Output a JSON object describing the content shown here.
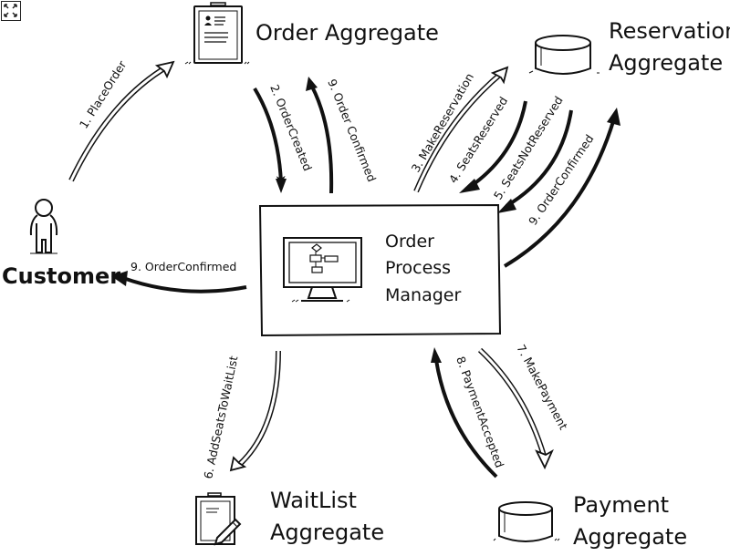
{
  "toolbar": {
    "expand_icon": "expand-arrows-icon"
  },
  "nodes": {
    "order_aggregate": {
      "label": "Order Aggregate",
      "icon": "clipboard-profile-icon"
    },
    "reservation_aggregate": {
      "line1": "Reservation",
      "line2": "Aggregate",
      "icon": "database-cylinder-icon"
    },
    "customer": {
      "label": "Customer",
      "icon": "person-icon"
    },
    "process_manager": {
      "line1": "Order",
      "line2": "Process",
      "line3": "Manager",
      "icon": "monitor-flowchart-icon"
    },
    "waitlist_aggregate": {
      "line1": "WaitList",
      "line2": "Aggregate",
      "icon": "clipboard-pencil-icon"
    },
    "payment_aggregate": {
      "line1": "Payment",
      "line2": "Aggregate",
      "icon": "database-cylinder-icon"
    }
  },
  "edges": [
    {
      "id": "place-order",
      "label": "1. PlaceOrder",
      "kind": "command"
    },
    {
      "id": "order-created",
      "label": "2. OrderCreated",
      "kind": "event"
    },
    {
      "id": "order-confirmed-to-order",
      "label": "9. Order Confirmed",
      "kind": "event"
    },
    {
      "id": "make-reservation",
      "label": "3. MakeReservation",
      "kind": "command"
    },
    {
      "id": "seats-reserved",
      "label": "4. SeatsReserved",
      "kind": "event"
    },
    {
      "id": "seats-not-reserved",
      "label": "5. SeatsNotReserved",
      "kind": "event"
    },
    {
      "id": "order-confirmed-to-reservation",
      "label": "9. OrderConfirmed",
      "kind": "event"
    },
    {
      "id": "order-confirmed-to-customer",
      "label": "9. OrderConfirmed",
      "kind": "event"
    },
    {
      "id": "add-seats-to-waitlist",
      "label": "6. AddSeatsToWaitList",
      "kind": "command"
    },
    {
      "id": "make-payment",
      "label": "7. MakePayment",
      "kind": "command"
    },
    {
      "id": "payment-accepted",
      "label": "8. PaymentAccepted",
      "kind": "event"
    }
  ]
}
